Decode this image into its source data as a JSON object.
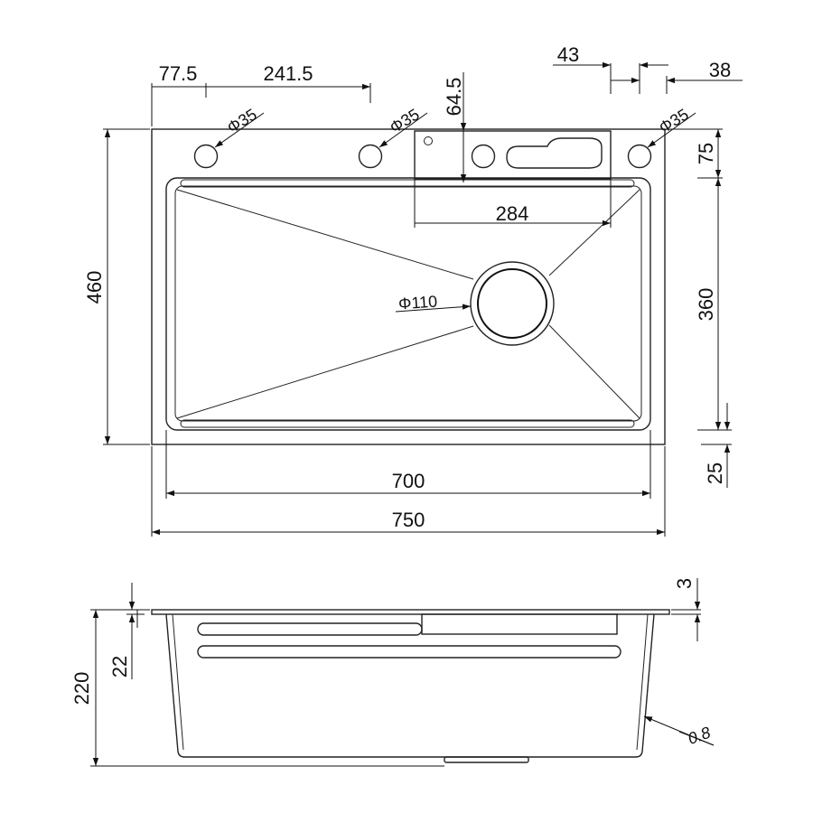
{
  "drawing": {
    "top_view": {
      "overall_width": "750",
      "bowl_width": "700",
      "overall_depth": "460",
      "bowl_depth": "360",
      "back_deck": "75",
      "front_deck": "25",
      "hole_offset_left": "77.5",
      "hole_spacing": "241.5",
      "hole_diameter_1": "Φ35",
      "hole_diameter_2": "Φ35",
      "hole_diameter_3": "Φ35",
      "tray_width": "284",
      "tray_depth": "64.5",
      "hole_gap_a": "43",
      "hole_gap_b": "38",
      "drain_diameter": "Φ110"
    },
    "side_view": {
      "total_height": "220",
      "flange_step": "22",
      "flange_thickness": "3",
      "sheet_thickness": "0.8"
    }
  }
}
